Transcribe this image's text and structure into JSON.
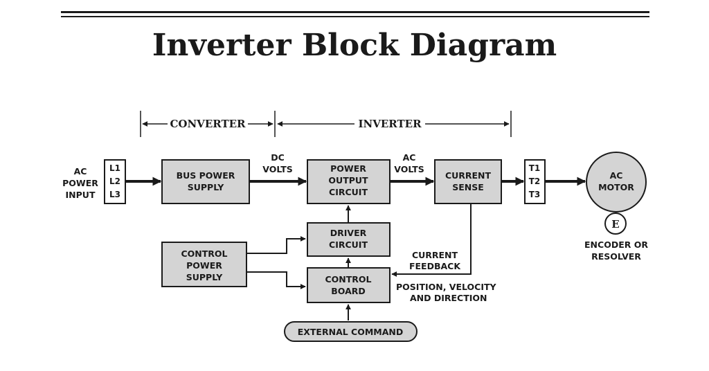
{
  "title": "Inverter Block Diagram",
  "spans": {
    "converter": "CONVERTER",
    "inverter": "INVERTER"
  },
  "ac_power_input": [
    "AC",
    "POWER",
    "INPUT"
  ],
  "input_terminals": [
    "L1",
    "L2",
    "L3"
  ],
  "output_terminals": [
    "T1",
    "T2",
    "T3"
  ],
  "blocks": {
    "bus_power_supply": [
      "BUS POWER",
      "SUPPLY"
    ],
    "power_output_circuit": [
      "POWER",
      "OUTPUT",
      "CIRCUIT"
    ],
    "current_sense": [
      "CURRENT",
      "SENSE"
    ],
    "driver_circuit": [
      "DRIVER",
      "CIRCUIT"
    ],
    "control_board": [
      "CONTROL",
      "BOARD"
    ],
    "control_power_supply": [
      "CONTROL",
      "POWER",
      "SUPPLY"
    ],
    "external_command": "EXTERNAL COMMAND"
  },
  "signals": {
    "dc_volts": [
      "DC",
      "VOLTS"
    ],
    "ac_volts": [
      "AC",
      "VOLTS"
    ],
    "current_feedback": [
      "CURRENT",
      "FEEDBACK"
    ],
    "position_velocity": [
      "POSITION, VELOCITY",
      "AND DIRECTION"
    ]
  },
  "motor": {
    "label": [
      "AC",
      "MOTOR"
    ],
    "encoder_letter": "E",
    "encoder_label": [
      "ENCODER OR",
      "RESOLVER"
    ]
  }
}
